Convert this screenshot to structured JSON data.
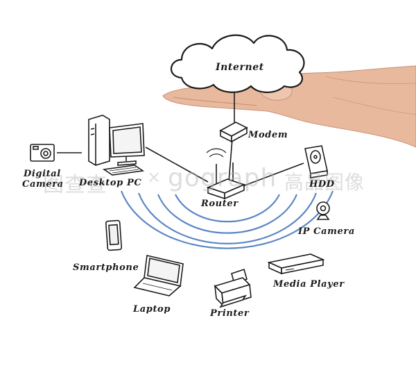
{
  "labels": {
    "internet": "Internet",
    "modem": "Modem",
    "router": "Router",
    "desktop_pc": "Desktop PC",
    "digital_camera_line1": "Digital",
    "digital_camera_line2": "Camera",
    "hdd": "HDD",
    "ip_camera": "IP Camera",
    "smartphone": "Smartphone",
    "laptop": "Laptop",
    "printer": "Printer",
    "media_player": "Media Player"
  },
  "watermark": {
    "left": "图查查",
    "times": "×",
    "brand": "gograph",
    "right": "高品图像"
  },
  "colors": {
    "ink": "#1a1a1a",
    "wave": "#5b86c4",
    "skin": "#e6b79b",
    "skin_shadow": "#c98f73"
  }
}
